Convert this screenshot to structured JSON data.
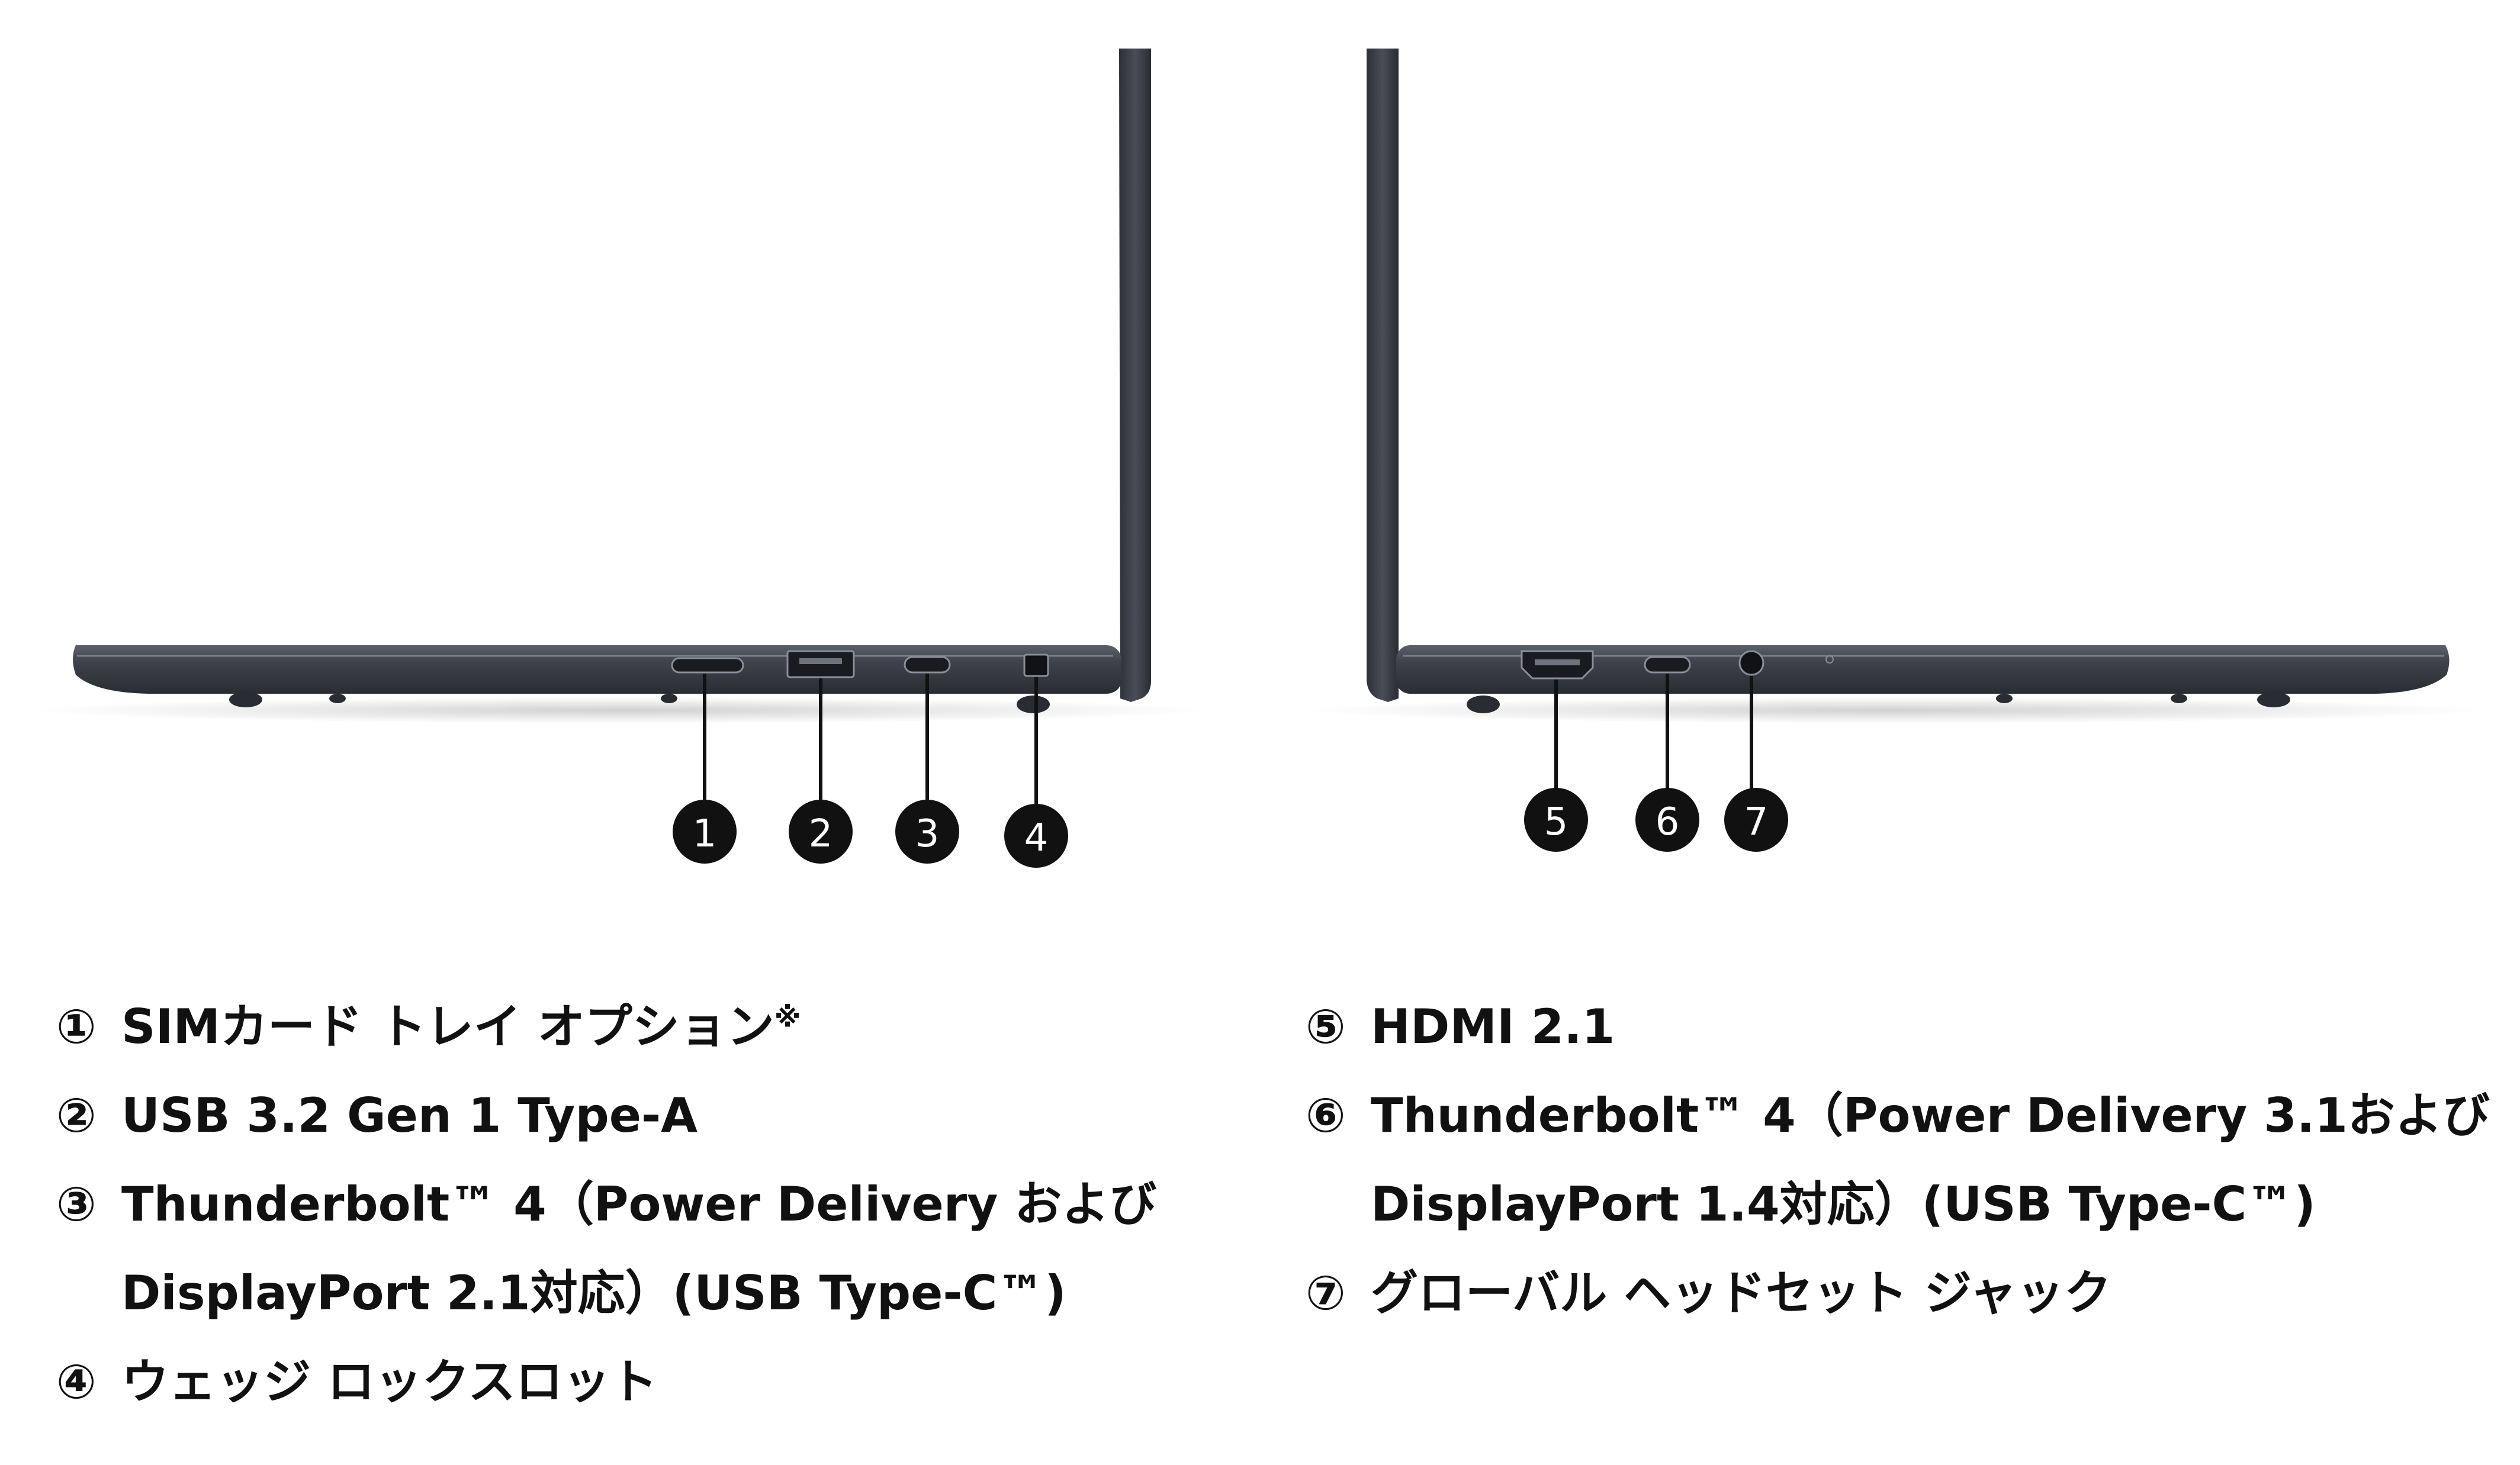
{
  "colors": {
    "chassis": "#3c3f48",
    "chassis_edge": "#2a2c33",
    "chassis_highlight": "#6b6f79",
    "callout_fill": "#111111",
    "callout_text": "#ffffff",
    "leader_line": "#111111",
    "text": "#111111"
  },
  "callouts": {
    "left": [
      "1",
      "2",
      "3",
      "4"
    ],
    "right": [
      "5",
      "6",
      "7"
    ]
  },
  "ports": {
    "left": [
      {
        "num": "①",
        "label": "SIMカード トレイ オプション",
        "sup": "※"
      },
      {
        "num": "②",
        "label": "USB 3.2 Gen 1 Type-A"
      },
      {
        "num": "③",
        "label": "Thunderbolt™ 4（Power Delivery および DisplayPort 2.1対応）(USB Type-C™)"
      },
      {
        "num": "④",
        "label": "ウェッジ ロックスロット"
      }
    ],
    "right": [
      {
        "num": "⑤",
        "label": "HDMI 2.1"
      },
      {
        "num": "⑥",
        "label": "Thunderbolt™ 4（Power Delivery 3.1および DisplayPort 1.4対応）(USB Type-C™)"
      },
      {
        "num": "⑦",
        "label": "グローバル ヘッドセット ジャック"
      }
    ]
  }
}
